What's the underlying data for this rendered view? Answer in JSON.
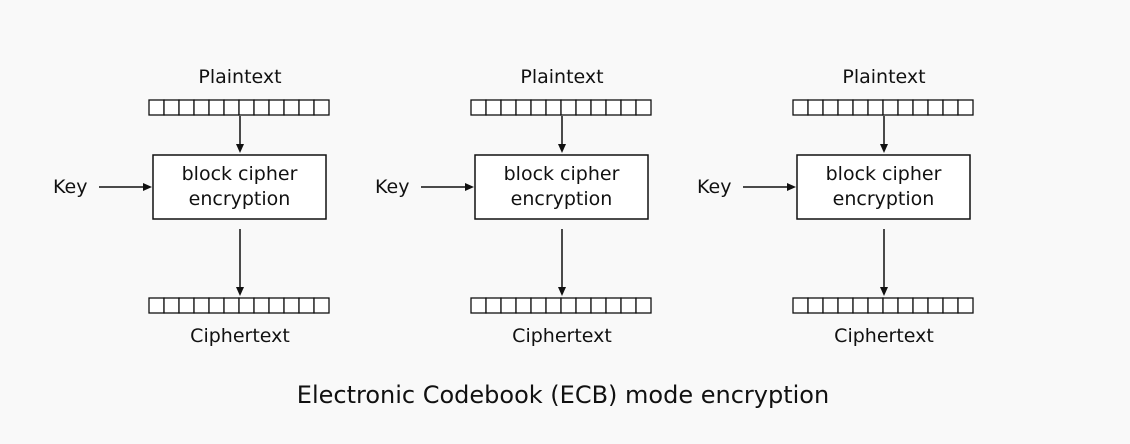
{
  "diagram": {
    "caption": "Electronic Codebook (ECB) mode encryption",
    "stages": [
      {
        "plaintext_label": "Plaintext",
        "key_label": "Key",
        "cipher_line1": "block cipher",
        "cipher_line2": "encryption",
        "ciphertext_label": "Ciphertext"
      },
      {
        "plaintext_label": "Plaintext",
        "key_label": "Key",
        "cipher_line1": "block cipher",
        "cipher_line2": "encryption",
        "ciphertext_label": "Ciphertext"
      },
      {
        "plaintext_label": "Plaintext",
        "key_label": "Key",
        "cipher_line1": "block cipher",
        "cipher_line2": "encryption",
        "ciphertext_label": "Ciphertext"
      }
    ],
    "colors": {
      "background": "#f9f9f9",
      "stroke": "#111111",
      "fill": "#ffffff"
    }
  }
}
